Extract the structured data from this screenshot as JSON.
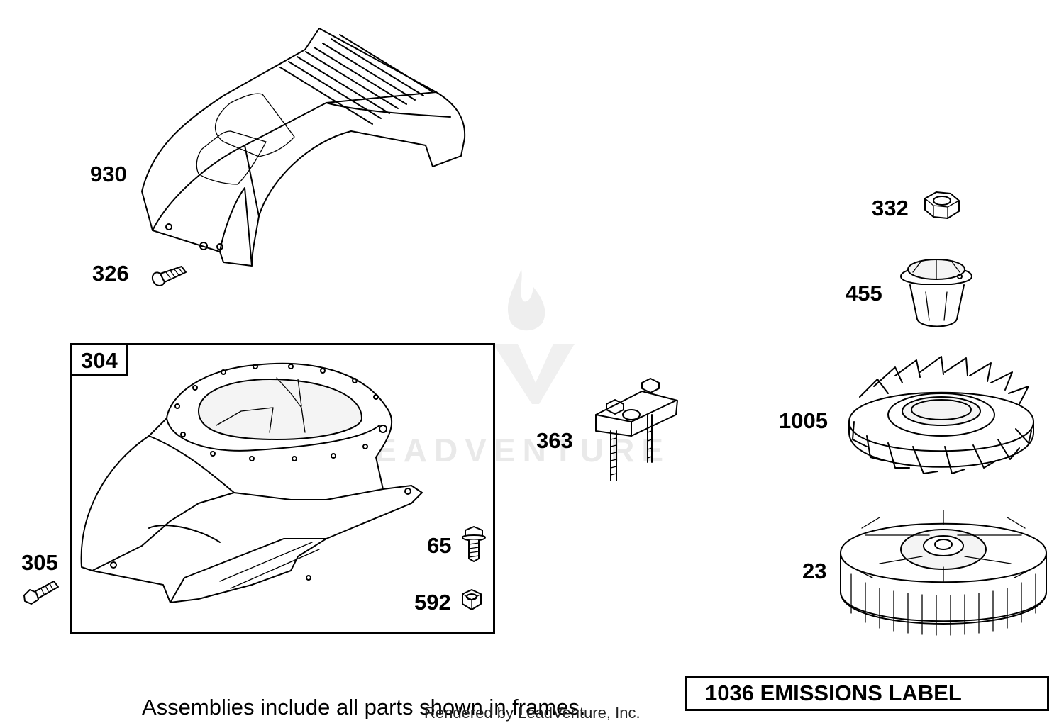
{
  "labels": {
    "p930": "930",
    "p326": "326",
    "p332": "332",
    "p455": "455",
    "p1005": "1005",
    "p363": "363",
    "p305": "305",
    "p65": "65",
    "p592": "592",
    "p23": "23"
  },
  "frame": {
    "tag": "304"
  },
  "emissions_label": "1036 EMISSIONS LABEL",
  "footnote": "Assemblies include all parts shown in frames.",
  "rendered_by": "Rendered by LeadVenture, Inc.",
  "watermark": "LEADVENTURE",
  "icons": {
    "watermark_logo": "flame-v-logo-icon",
    "shroud": "blower-housing-cover-icon",
    "screw": "screw-icon",
    "nut": "hex-nut-icon",
    "cup": "starter-cup-icon",
    "fan": "flywheel-fan-icon",
    "flywheel": "flywheel-icon",
    "armature": "ignition-armature-icon",
    "housing": "blower-housing-icon",
    "bolt": "flange-bolt-icon"
  }
}
